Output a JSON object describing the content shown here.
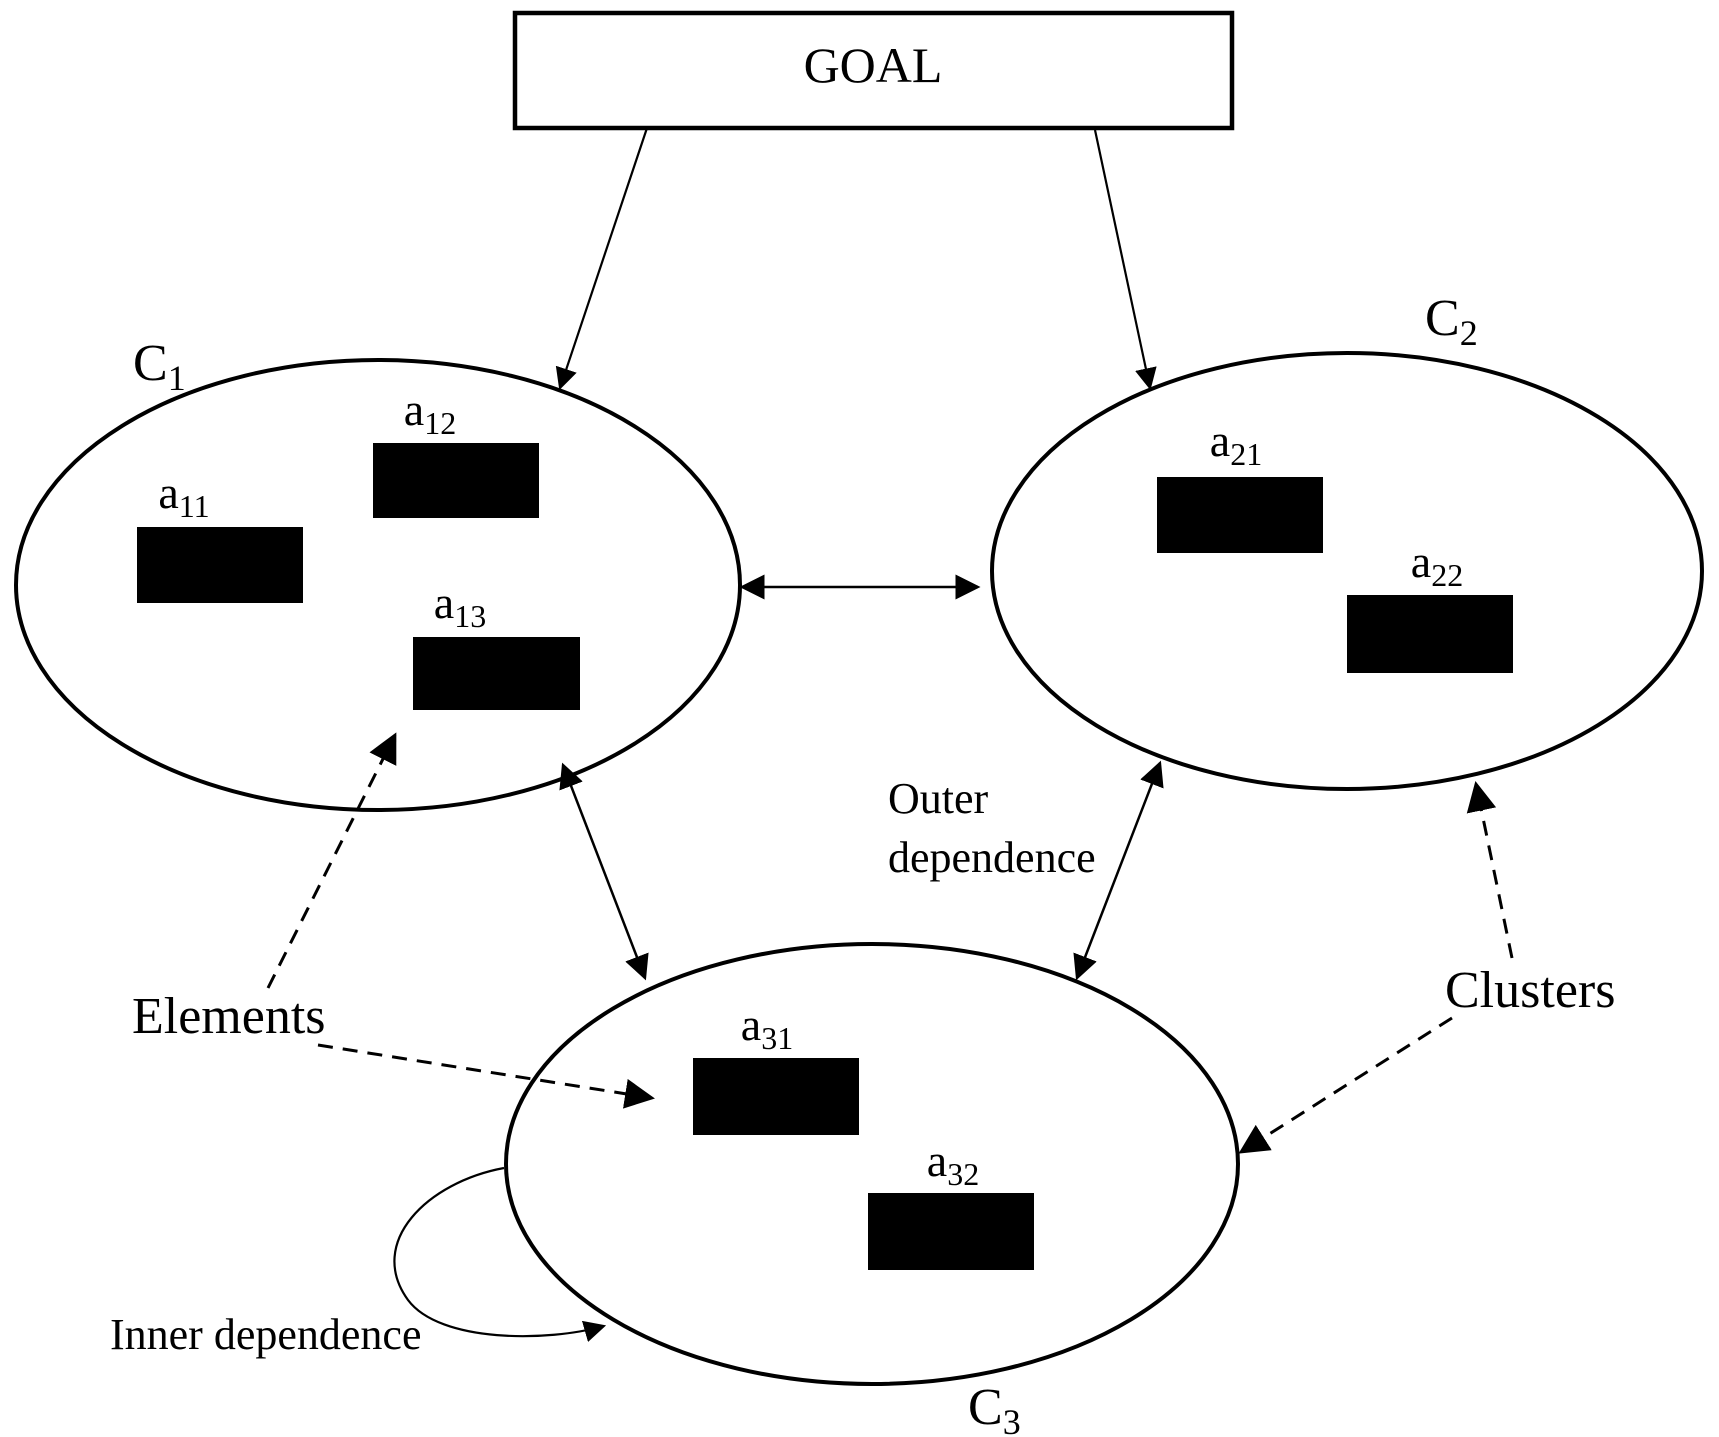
{
  "goal": {
    "label": "GOAL"
  },
  "clusters": [
    {
      "name": "C1",
      "base": "C",
      "sub": "1"
    },
    {
      "name": "C2",
      "base": "C",
      "sub": "2"
    },
    {
      "name": "C3",
      "base": "C",
      "sub": "3"
    }
  ],
  "elements": [
    {
      "id": "a11",
      "base": "a",
      "sub": "11"
    },
    {
      "id": "a12",
      "base": "a",
      "sub": "12"
    },
    {
      "id": "a13",
      "base": "a",
      "sub": "13"
    },
    {
      "id": "a21",
      "base": "a",
      "sub": "21"
    },
    {
      "id": "a22",
      "base": "a",
      "sub": "22"
    },
    {
      "id": "a31",
      "base": "a",
      "sub": "31"
    },
    {
      "id": "a32",
      "base": "a",
      "sub": "32"
    }
  ],
  "annotations": {
    "elements_label": "Elements",
    "clusters_label": "Clusters",
    "outer_dependence_line1": "Outer",
    "outer_dependence_line2": "dependence",
    "inner_dependence_label": "Inner dependence"
  },
  "colors": {
    "ink": "#000000",
    "background": "#ffffff"
  }
}
